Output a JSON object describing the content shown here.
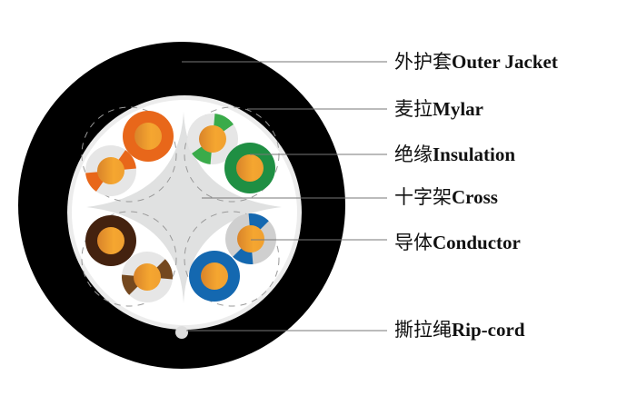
{
  "labels": [
    {
      "cn": "外护套",
      "en": "Outer Jacket"
    },
    {
      "cn": "麦拉",
      "en": "Mylar"
    },
    {
      "cn": "绝缘",
      "en": "Insulation"
    },
    {
      "cn": "十字架",
      "en": "Cross"
    },
    {
      "cn": "导体",
      "en": "Conductor"
    },
    {
      "cn": "撕拉绳",
      "en": "Rip-cord"
    }
  ],
  "colors": {
    "jacket": "#000000",
    "orange": "#e8671a",
    "green": "#1f8f43",
    "lightgreen": "#3aab4a",
    "brown": "#44220f",
    "lightbrown": "#74481f",
    "blue": "#1468b0",
    "copper": "#f2a22e",
    "cross": "#e0e0e0"
  }
}
